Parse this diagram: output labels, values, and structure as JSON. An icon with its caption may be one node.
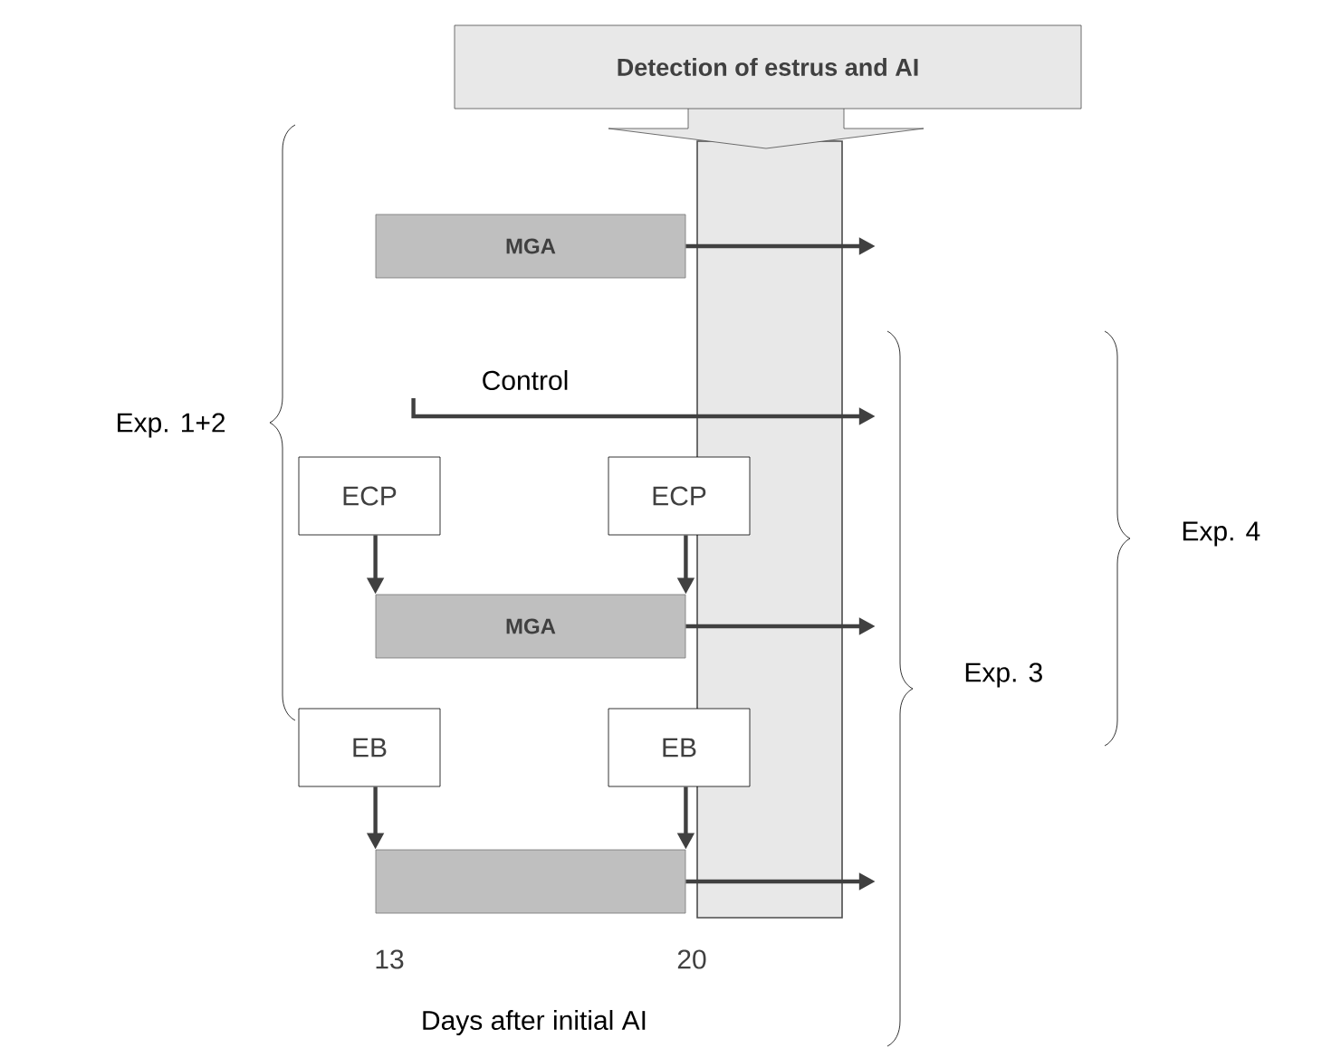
{
  "diagram": {
    "nodes": [
      {
        "text": [
          "Detection of estrus and AI"
        ]
      },
      {
        "text": [],
        "shape": "bar"
      },
      {
        "text": [
          "MGA"
        ]
      },
      {
        "text": [
          "Control"
        ]
      },
      {
        "text": [
          "ECP"
        ]
      },
      {
        "text": [
          "ECP"
        ]
      },
      {
        "text": [
          "MGA"
        ]
      },
      {
        "text": [
          "EB"
        ]
      },
      {
        "text": [
          "EB"
        ]
      },
      {
        "text": [],
        "shape": "box"
      }
    ],
    "edges": [
      {
        "from": 2,
        "to": 1,
        "arrow": "to"
      },
      {
        "from": 3,
        "to": 1,
        "arrow": "to"
      },
      {
        "from": 4,
        "to": 6,
        "arrow": "to"
      },
      {
        "from": 5,
        "to": 6,
        "arrow": "to"
      },
      {
        "from": 6,
        "to": 1,
        "arrow": "to"
      },
      {
        "from": 7,
        "to": 9,
        "arrow": "to"
      },
      {
        "from": 8,
        "to": 9,
        "arrow": "to"
      },
      {
        "from": 9,
        "to": 1,
        "arrow": "to"
      }
    ],
    "labels": [
      "Exp. 1+2",
      "Exp. 4",
      "Exp. 3",
      "13",
      "20",
      "Days after initial AI"
    ]
  }
}
